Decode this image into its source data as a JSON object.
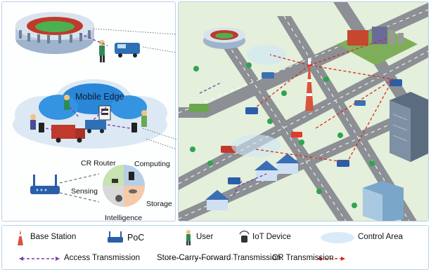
{
  "left_panel": {
    "cloud_label": "Mobile Edge",
    "router_label": "CR Router",
    "services": [
      "Computing",
      "Storage",
      "Intelligence",
      "Sensing"
    ]
  },
  "legend": {
    "base_station": "Base Station",
    "poc": "PoC",
    "user": "User",
    "iot_device": "IoT Device",
    "control_area": "Control Area",
    "access_transmission": "Access Transmission",
    "store_carry_forward": "Store-Carry-Forward Transmission",
    "cr_transmission": "CR Transmission"
  },
  "colors": {
    "access_line": "#7b3fa8",
    "cr_line": "#e0261d",
    "border": "#b9d3e6",
    "road": "#8c8f93",
    "grass": "#dfeed6"
  }
}
